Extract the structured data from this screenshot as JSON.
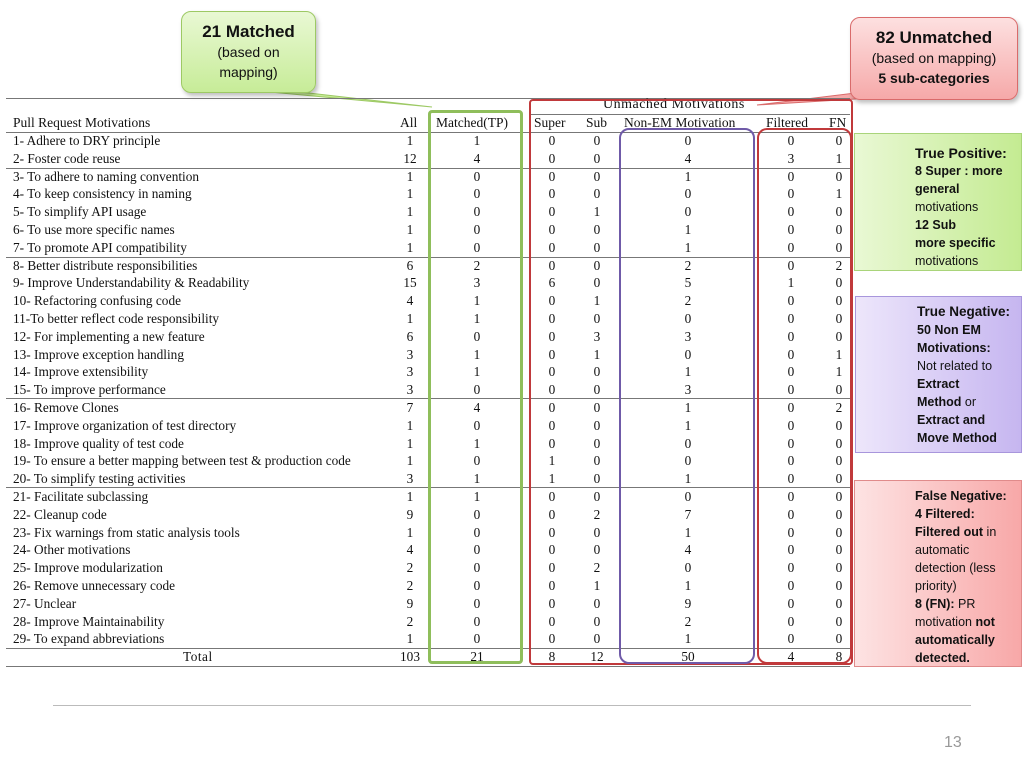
{
  "callout_matched": {
    "title": "21 Matched",
    "line1": "(based on",
    "line2": "mapping)"
  },
  "callout_unmatched": {
    "title": "82 Unmatched",
    "line1": "(based on mapping)",
    "line2": "5 sub-categories"
  },
  "box_true_positive": {
    "title": "True Positive:",
    "l1_bold": "8 Super",
    "l1_rest": " : more",
    "l2": "general",
    "l3": "motivations",
    "l4": "12 Sub",
    "l5": "more specific",
    "l6": "motivations"
  },
  "box_true_negative": {
    "title": "True Negative:",
    "l2": "50 Non EM",
    "l3": "Motivations:",
    "l4": "Not related to",
    "l5": "Extract",
    "l6_bold": "Method",
    "l6_rest": " or",
    "l7": "Extract and",
    "l8": "Move Method"
  },
  "box_false_negative": {
    "title": "False Negative:",
    "l2": "4 Filtered:",
    "l3_bold": "Filtered out",
    "l3_rest": " in",
    "l4": "automatic",
    "l5": "detection (less",
    "l6": "priority)",
    "l7_bold": "8 (FN):",
    "l7_rest": " PR",
    "l8_rest": "motivation ",
    "l8_bold": "not",
    "l9": "automatically",
    "l10": "detected."
  },
  "table": {
    "group_header": "Unmached Motivations",
    "headers": {
      "motivation": "Pull Request Motivations",
      "all": "All",
      "matched": "Matched(TP)",
      "super": "Super",
      "sub": "Sub",
      "nonem": "Non-EM Motivation",
      "filtered": "Filtered",
      "fn": "FN"
    },
    "rows": [
      {
        "label": "1- Adhere to DRY principle",
        "all": "1",
        "matched": "1",
        "super": "0",
        "sub": "0",
        "nonem": "0",
        "filtered": "0",
        "fn": "0"
      },
      {
        "label": "2- Foster code reuse",
        "all": "12",
        "matched": "4",
        "super": "0",
        "sub": "0",
        "nonem": "4",
        "filtered": "3",
        "fn": "1"
      },
      {
        "label": "3- To adhere to naming convention",
        "all": "1",
        "matched": "0",
        "super": "0",
        "sub": "0",
        "nonem": "1",
        "filtered": "0",
        "fn": "0"
      },
      {
        "label": "4- To keep consistency in naming",
        "all": "1",
        "matched": "0",
        "super": "0",
        "sub": "0",
        "nonem": "0",
        "filtered": "0",
        "fn": "1"
      },
      {
        "label": "5- To simplify API usage",
        "all": "1",
        "matched": "0",
        "super": "0",
        "sub": "1",
        "nonem": "0",
        "filtered": "0",
        "fn": "0"
      },
      {
        "label": "6- To use more specific names",
        "all": "1",
        "matched": "0",
        "super": "0",
        "sub": "0",
        "nonem": "1",
        "filtered": "0",
        "fn": "0"
      },
      {
        "label": "7- To promote API compatibility",
        "all": "1",
        "matched": "0",
        "super": "0",
        "sub": "0",
        "nonem": "1",
        "filtered": "0",
        "fn": "0"
      },
      {
        "label": "8- Better distribute responsibilities",
        "all": "6",
        "matched": "2",
        "super": "0",
        "sub": "0",
        "nonem": "2",
        "filtered": "0",
        "fn": "2"
      },
      {
        "label": "9- Improve Understandability & Readability",
        "all": "15",
        "matched": "3",
        "super": "6",
        "sub": "0",
        "nonem": "5",
        "filtered": "1",
        "fn": "0"
      },
      {
        "label": "10- Refactoring confusing code",
        "all": "4",
        "matched": "1",
        "super": "0",
        "sub": "1",
        "nonem": "2",
        "filtered": "0",
        "fn": "0"
      },
      {
        "label": "11-To better reflect code responsibility",
        "all": "1",
        "matched": "1",
        "super": "0",
        "sub": "0",
        "nonem": "0",
        "filtered": "0",
        "fn": "0"
      },
      {
        "label": "12- For implementing a new feature",
        "all": "6",
        "matched": "0",
        "super": "0",
        "sub": "3",
        "nonem": "3",
        "filtered": "0",
        "fn": "0"
      },
      {
        "label": "13- Improve exception handling",
        "all": "3",
        "matched": "1",
        "super": "0",
        "sub": "1",
        "nonem": "0",
        "filtered": "0",
        "fn": "1"
      },
      {
        "label": "14- Improve extensibility",
        "all": "3",
        "matched": "1",
        "super": "0",
        "sub": "0",
        "nonem": "1",
        "filtered": "0",
        "fn": "1"
      },
      {
        "label": "15- To improve performance",
        "all": "3",
        "matched": "0",
        "super": "0",
        "sub": "0",
        "nonem": "3",
        "filtered": "0",
        "fn": "0"
      },
      {
        "label": "16- Remove Clones",
        "all": "7",
        "matched": "4",
        "super": "0",
        "sub": "0",
        "nonem": "1",
        "filtered": "0",
        "fn": "2"
      },
      {
        "label": "17- Improve organization of test directory",
        "all": "1",
        "matched": "0",
        "super": "0",
        "sub": "0",
        "nonem": "1",
        "filtered": "0",
        "fn": "0"
      },
      {
        "label": "18- Improve quality of test code",
        "all": "1",
        "matched": "1",
        "super": "0",
        "sub": "0",
        "nonem": "0",
        "filtered": "0",
        "fn": "0"
      },
      {
        "label": "19- To ensure a better mapping between test & production code",
        "all": "1",
        "matched": "0",
        "super": "1",
        "sub": "0",
        "nonem": "0",
        "filtered": "0",
        "fn": "0"
      },
      {
        "label": "20- To simplify testing activities",
        "all": "3",
        "matched": "1",
        "super": "1",
        "sub": "0",
        "nonem": "1",
        "filtered": "0",
        "fn": "0"
      },
      {
        "label": "21- Facilitate subclassing",
        "all": "1",
        "matched": "1",
        "super": "0",
        "sub": "0",
        "nonem": "0",
        "filtered": "0",
        "fn": "0"
      },
      {
        "label": "22- Cleanup code",
        "all": "9",
        "matched": "0",
        "super": "0",
        "sub": "2",
        "nonem": "7",
        "filtered": "0",
        "fn": "0"
      },
      {
        "label": "23- Fix warnings from static analysis tools",
        "all": "1",
        "matched": "0",
        "super": "0",
        "sub": "0",
        "nonem": "1",
        "filtered": "0",
        "fn": "0"
      },
      {
        "label": "24- Other motivations",
        "all": "4",
        "matched": "0",
        "super": "0",
        "sub": "0",
        "nonem": "4",
        "filtered": "0",
        "fn": "0"
      },
      {
        "label": "25- Improve modularization",
        "all": "2",
        "matched": "0",
        "super": "0",
        "sub": "2",
        "nonem": "0",
        "filtered": "0",
        "fn": "0"
      },
      {
        "label": "26- Remove unnecessary code",
        "all": "2",
        "matched": "0",
        "super": "0",
        "sub": "1",
        "nonem": "1",
        "filtered": "0",
        "fn": "0"
      },
      {
        "label": "27- Unclear",
        "all": "9",
        "matched": "0",
        "super": "0",
        "sub": "0",
        "nonem": "9",
        "filtered": "0",
        "fn": "0"
      },
      {
        "label": "28- Improve Maintainability",
        "all": "2",
        "matched": "0",
        "super": "0",
        "sub": "0",
        "nonem": "2",
        "filtered": "0",
        "fn": "0"
      },
      {
        "label": "29- To expand abbreviations",
        "all": "1",
        "matched": "0",
        "super": "0",
        "sub": "0",
        "nonem": "1",
        "filtered": "0",
        "fn": "0"
      }
    ],
    "total": {
      "label": "Total",
      "all": "103",
      "matched": "21",
      "super": "8",
      "sub": "12",
      "nonem": "50",
      "filtered": "4",
      "fn": "8"
    }
  },
  "page_number": "13",
  "colors": {
    "matched_green": "#8fbe5b",
    "unmatched_red": "#c0393b",
    "nonem_purple": "#6f5aa8"
  }
}
